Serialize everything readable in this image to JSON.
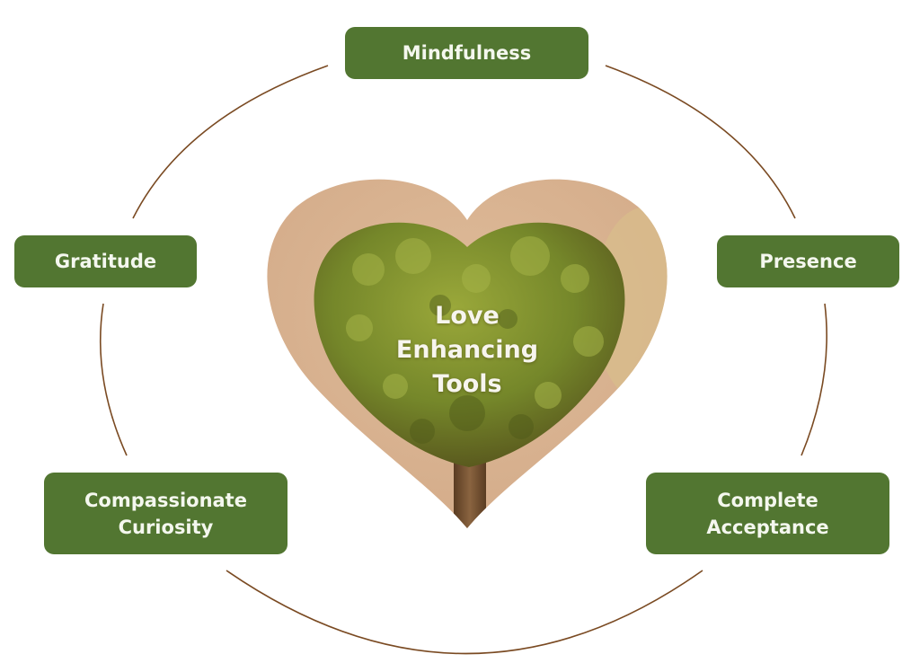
{
  "diagram": {
    "center": {
      "title": "Love\nEnhancing\nTools",
      "image": "heart-shaped-tree"
    },
    "nodes": [
      {
        "id": "mindfulness",
        "label": "Mindfulness"
      },
      {
        "id": "gratitude",
        "label": "Gratitude"
      },
      {
        "id": "presence",
        "label": "Presence"
      },
      {
        "id": "compassionate-curiosity",
        "label": "Compassionate\nCuriosity"
      },
      {
        "id": "complete-acceptance",
        "label": "Complete\nAcceptance"
      }
    ],
    "colors": {
      "node_fill": "#527631",
      "node_text": "#f4f7ee",
      "ring_stroke": "#7a4a22",
      "heart_background": "#d8b08e",
      "foliage": "#7a8a2a",
      "trunk": "#6a4a2a"
    }
  }
}
